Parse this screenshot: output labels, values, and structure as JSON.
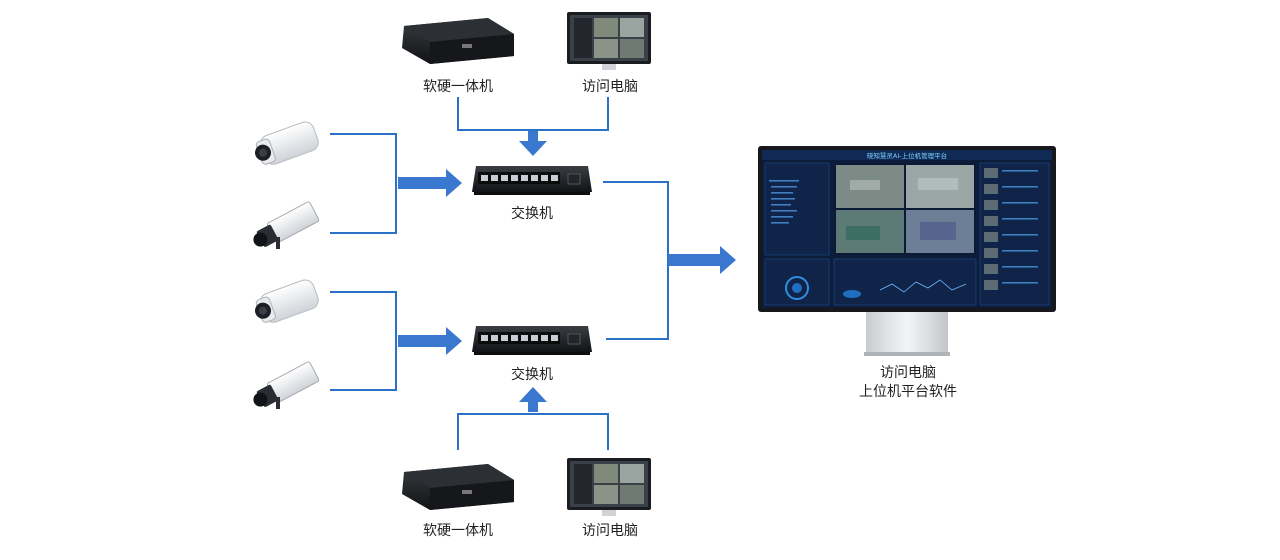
{
  "labels": {
    "top_box": "软硬一体机",
    "top_pc": "访问电脑",
    "switch_top": "交换机",
    "switch_bottom": "交换机",
    "bottom_box": "软硬一体机",
    "bottom_pc": "访问电脑",
    "monitor_line1": "访问电脑",
    "monitor_line2": "上位机平台软件"
  },
  "monitor_screen": {
    "title": "晓知慧灵AI-上位机管理平台"
  },
  "colors": {
    "line": "#2a72c8",
    "arrow": "#3a78d0",
    "monitor_bg": "#0c1c3a"
  },
  "icons": [
    "camera-bullet-icon",
    "camera-box-icon",
    "switch-icon",
    "mini-pc-icon",
    "desktop-pc-icon",
    "monitor-icon"
  ]
}
